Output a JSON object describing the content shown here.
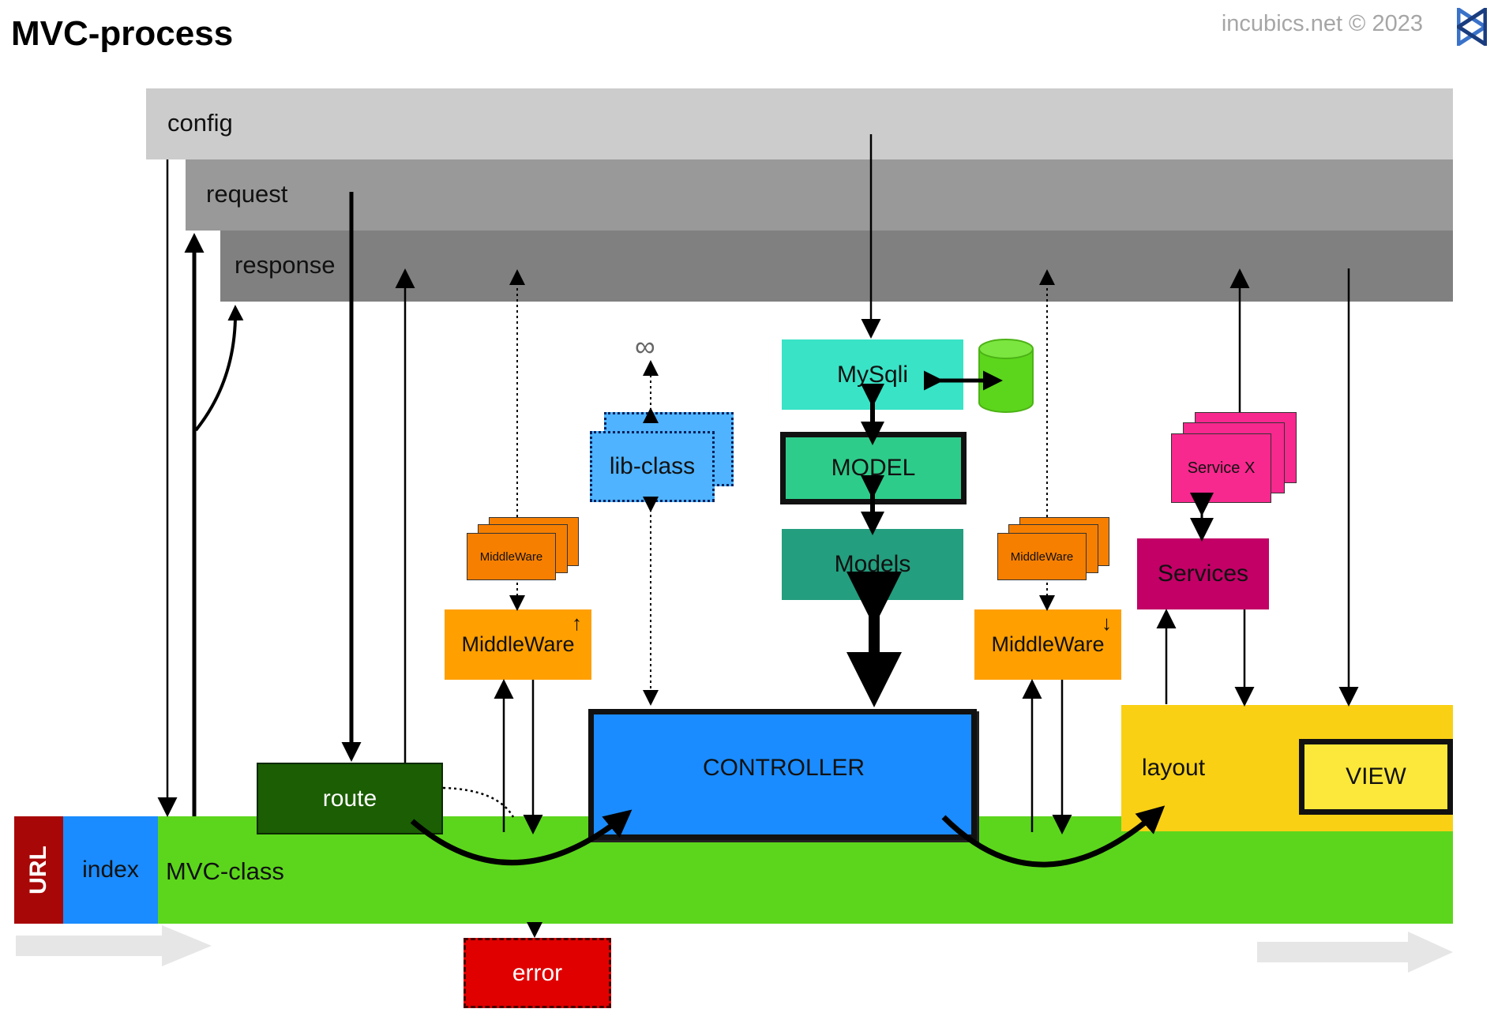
{
  "header": {
    "title": "MVC-process",
    "copyright": "incubics.net © 2023"
  },
  "bars": {
    "config": "config",
    "request": "request",
    "response": "response"
  },
  "nodes": {
    "url": "URL",
    "index": "index",
    "mvc_class": "MVC-class",
    "route": "route",
    "error": "error",
    "middleware_small": "MiddleWare",
    "middleware_in": "MiddleWare",
    "middleware_in_arrow": "↑",
    "middleware_out": "MiddleWare",
    "middleware_out_arrow": "↓",
    "lib_class": "lib-class",
    "infinity": "∞",
    "controller": "CONTROLLER",
    "mysqli": "MySqli",
    "model": "MODEL",
    "models": "Models",
    "service_x": "Service X",
    "services": "Services",
    "layout": "layout",
    "view": "VIEW"
  },
  "colors": {
    "config": "#cccccc",
    "request": "#999999",
    "response": "#808080",
    "mvc_class": "#5cd61c",
    "url": "#a80707",
    "index": "#1a8cff",
    "route": "#1b5e04",
    "error": "#e00000",
    "middleware": "#ff9f00",
    "middleware_small": "#f77f00",
    "lib_class": "#4fb3ff",
    "controller": "#1a8cff",
    "mysqli": "#39e3c6",
    "database": "#5cd61c",
    "model": "#2ecc8a",
    "models": "#239e7e",
    "services": "#c20066",
    "service_x": "#f7288e",
    "layout": "#f9d014",
    "view": "#fce83a"
  },
  "icons": {
    "logo": "incubics-logo-icon",
    "database": "database-icon"
  }
}
